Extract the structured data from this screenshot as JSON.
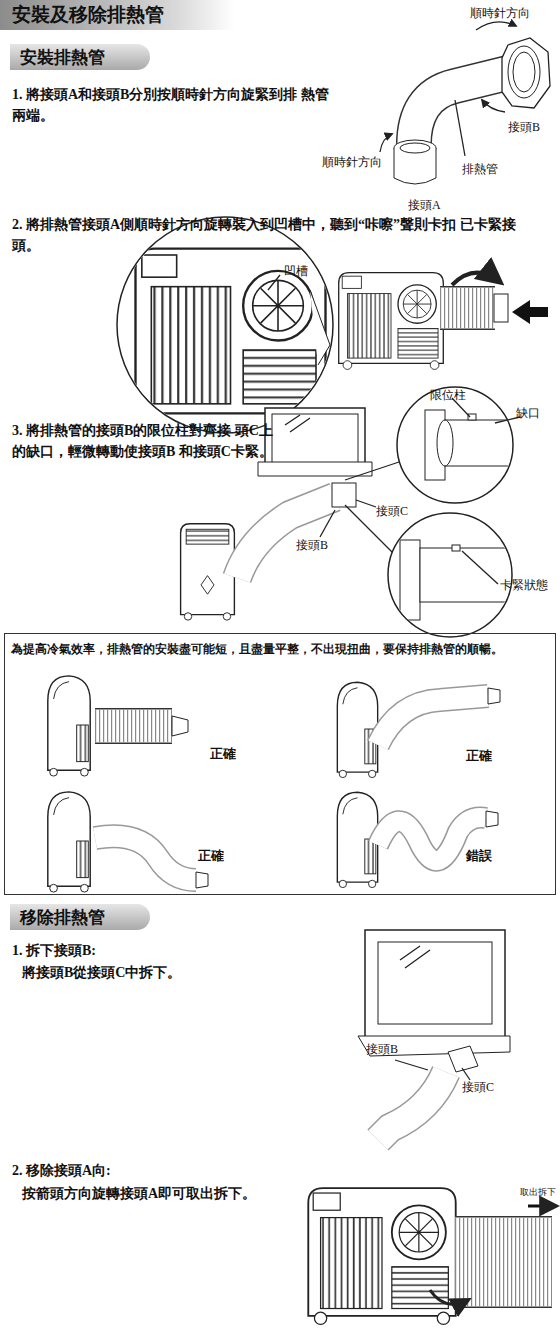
{
  "diagram": {
    "title": "安裝及移除排熱管",
    "nodes": [
      {
        "text": [
          "安裝排熱管"
        ]
      },
      {
        "text": [
          "為提高冷氣效率，排熱管的安裝盡可能短，且盡量平整，不出現扭曲，要保持排熱管的順暢。"
        ]
      },
      {
        "text": [
          "移除排熱管"
        ]
      }
    ],
    "labels": [
      "1. 將接頭A和接頭B分別按順時針方向旋緊到排 熱管兩端。",
      "順時針方向",
      "接頭B",
      "排熱管",
      "順時針方向",
      "接頭A",
      "2. 將排熱管接頭A側順時針方向旋轉裝入到凹槽中，聽到“咔嚓”聲則卡扣 已卡緊接頭。",
      "凹槽",
      "3. 將排熱管的接頭B的限位柱對齊接 頭C上的缺口，輕微轉動使接頭B 和接頭C卡緊。",
      "限位柱",
      "缺口",
      "接頭C",
      "接頭B",
      "卡緊狀態",
      "正確",
      "正確",
      "正確",
      "錯誤",
      "1. 拆下接頭B:",
      "將接頭B從接頭C中拆下。",
      "接頭B",
      "接頭C",
      "2. 移除接頭A向:",
      "按箭頭方向旋轉接頭A即可取出拆下。",
      "取出拆下"
    ]
  }
}
